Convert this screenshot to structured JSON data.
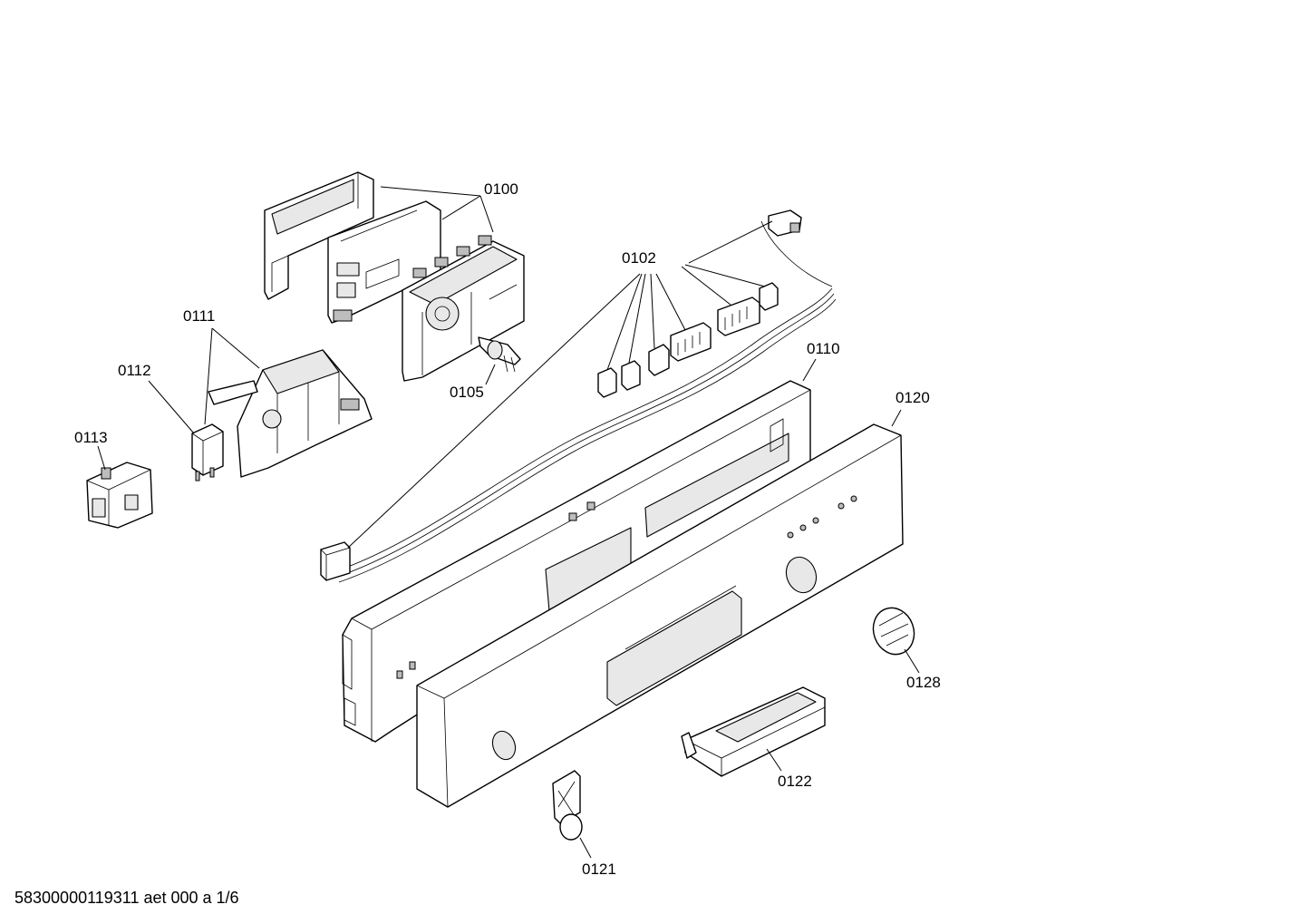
{
  "diagram": {
    "parts": [
      {
        "id": "p0100",
        "label": "0100"
      },
      {
        "id": "p0102",
        "label": "0102"
      },
      {
        "id": "p0105",
        "label": "0105"
      },
      {
        "id": "p0110",
        "label": "0110"
      },
      {
        "id": "p0111",
        "label": "0111"
      },
      {
        "id": "p0112",
        "label": "0112"
      },
      {
        "id": "p0113",
        "label": "0113"
      },
      {
        "id": "p0120",
        "label": "0120"
      },
      {
        "id": "p0121",
        "label": "0121"
      },
      {
        "id": "p0122",
        "label": "0122"
      },
      {
        "id": "p0128",
        "label": "0128"
      }
    ]
  },
  "footer": {
    "text": "58300000119311 aet 000 a 1/6"
  }
}
